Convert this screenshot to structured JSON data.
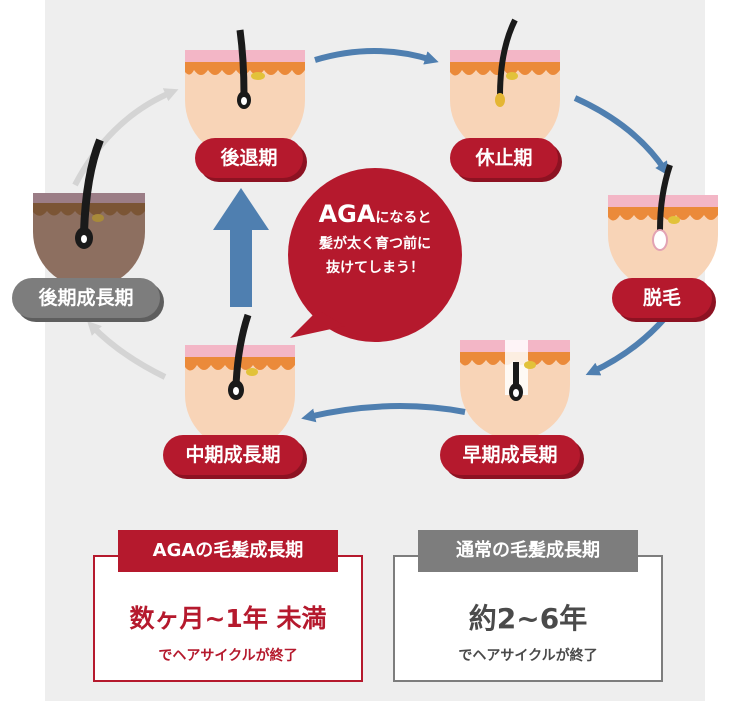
{
  "stages": {
    "taikiki": "後退期",
    "kyushiki": "休止期",
    "datsumo": "脱毛",
    "sokiseichoki": "早期成長期",
    "chukiseichoki": "中期成長期",
    "kokiseichoki": "後期成長期"
  },
  "bubble": {
    "highlight": "AGA",
    "line1_rest": "になると",
    "line2": "髪が太く育つ前に",
    "line3": "抜けてしまう！"
  },
  "aga_box": {
    "title": "AGAの毛髪成長期",
    "duration": "数ヶ月~1年 未満",
    "note": "でヘアサイクルが終了"
  },
  "normal_box": {
    "title": "通常の毛髪成長期",
    "duration": "約2~6年",
    "note": "でヘアサイクルが終了"
  },
  "colors": {
    "accent_red": "#b5192d",
    "gray": "#7d7d7d",
    "arrow_blue": "#4f7fb0",
    "arrow_gray": "#d0d0d0",
    "skin": "#f8d4b7",
    "skin_orange": "#eb8a3a",
    "skin_pink": "#f3b6c6",
    "hair": "#1a1a1a",
    "sebaceous": "#e2c23a",
    "panel_bg": "#eeeeee"
  },
  "icons": {
    "cycle_arrow": "curved-arrow-icon",
    "up_arrow": "up-arrow-icon",
    "hair_follicle": "hair-follicle-icon"
  }
}
